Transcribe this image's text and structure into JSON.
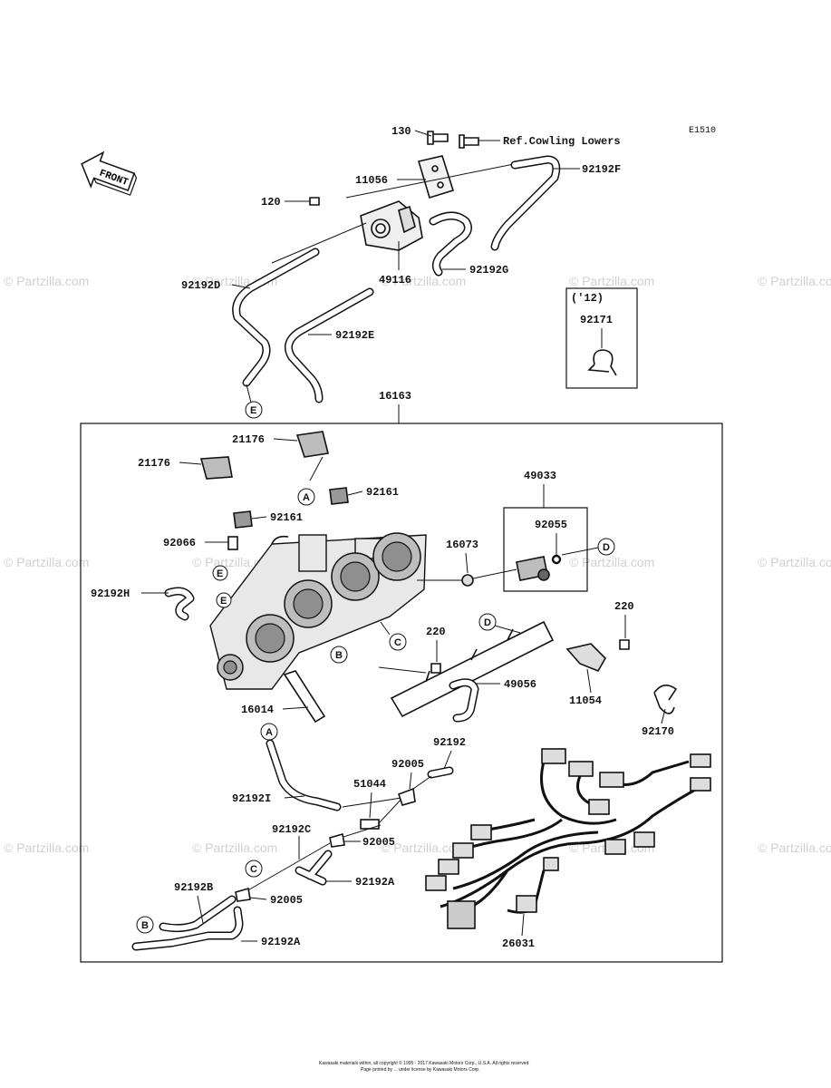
{
  "diagram_code": "E1510",
  "front_label": "FRONT",
  "ref_note": "Ref.Cowling Lowers",
  "variant_note": "('12)",
  "watermark": "© Partzilla.com",
  "copyright": "Kawasaki materials within, all copyright © 1995 - 2017 Kawasaki Motors Corp., U.S.A. All rights reserved.",
  "copyright2": "Page printed by ... under license by Kawasaki Motors Corp.",
  "parts": {
    "p130": "130",
    "p11056": "11056",
    "p120": "120",
    "p92192F": "92192F",
    "p49116": "49116",
    "p92192G": "92192G",
    "p92192D": "92192D",
    "p92192E": "92192E",
    "p92171": "92171",
    "p16163": "16163",
    "p21176a": "21176",
    "p21176b": "21176",
    "p92161a": "92161",
    "p92161b": "92161",
    "p49033": "49033",
    "p92055": "92055",
    "p92066": "92066",
    "p16073": "16073",
    "p92192H": "92192H",
    "p220a": "220",
    "p220b": "220",
    "p49056": "49056",
    "p11054": "11054",
    "p16014": "16014",
    "p92170": "92170",
    "p92192": "92192",
    "p92005a": "92005",
    "p51044": "51044",
    "p92192I": "92192I",
    "p92192C": "92192C",
    "p92005b": "92005",
    "p92192B": "92192B",
    "p92192Aa": "92192A",
    "p92005c": "92005",
    "p92192Ab": "92192A",
    "p26031": "26031"
  },
  "refs": {
    "A": "A",
    "B": "B",
    "C": "C",
    "D": "D",
    "E": "E"
  }
}
